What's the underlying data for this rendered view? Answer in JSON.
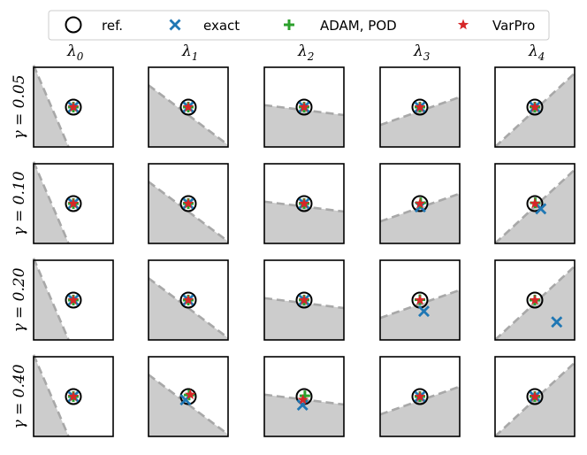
{
  "legend": {
    "items": [
      {
        "label": "ref.",
        "marker": "circle",
        "color": "#000000"
      },
      {
        "label": "exact",
        "marker": "x",
        "color": "#1f77b4"
      },
      {
        "label": "ADAM, POD",
        "marker": "plus",
        "color": "#2ca02c"
      },
      {
        "label": "VarPro",
        "marker": "star",
        "color": "#d62728"
      }
    ]
  },
  "chart_data": {
    "type": "scatter",
    "grid": false,
    "legend_position": "top",
    "xlim": [
      -1,
      1
    ],
    "ylim": [
      -1,
      1
    ],
    "columns": [
      {
        "symbol": "λ",
        "sub": "0"
      },
      {
        "symbol": "λ",
        "sub": "1"
      },
      {
        "symbol": "λ",
        "sub": "2"
      },
      {
        "symbol": "λ",
        "sub": "3"
      },
      {
        "symbol": "λ",
        "sub": "4"
      }
    ],
    "rows": [
      {
        "label": "γ = 0.05"
      },
      {
        "label": "γ = 0.10"
      },
      {
        "label": "γ = 0.20"
      },
      {
        "label": "γ = 0.40"
      }
    ],
    "region_color": "#cccccc",
    "boundary_color": "#a8a8a8",
    "boundaries": [
      [
        -1.0,
        1.05,
        -0.12,
        -1.0
      ],
      [
        -1.0,
        0.55,
        1.0,
        -0.95
      ],
      [
        -1.0,
        0.05,
        1.0,
        -0.2
      ],
      [
        -1.0,
        -0.45,
        1.0,
        0.25
      ],
      [
        -1.0,
        -1.0,
        1.0,
        0.85
      ]
    ],
    "series": [
      {
        "name": "ref.",
        "points": [
          [
            [
              0,
              0
            ],
            [
              0,
              0
            ],
            [
              0,
              0
            ],
            [
              0,
              0
            ],
            [
              0,
              0
            ]
          ],
          [
            [
              0,
              0
            ],
            [
              0,
              0
            ],
            [
              0,
              0
            ],
            [
              0,
              0
            ],
            [
              0,
              0
            ]
          ],
          [
            [
              0,
              0
            ],
            [
              0,
              0
            ],
            [
              0,
              0
            ],
            [
              0,
              0
            ],
            [
              0,
              0
            ]
          ],
          [
            [
              0,
              0
            ],
            [
              0,
              0
            ],
            [
              0,
              0
            ],
            [
              0,
              0
            ],
            [
              0,
              0
            ]
          ]
        ]
      },
      {
        "name": "exact",
        "points": [
          [
            [
              0,
              0
            ],
            [
              0,
              0
            ],
            [
              0,
              0
            ],
            [
              0,
              0
            ],
            [
              0,
              0
            ]
          ],
          [
            [
              0,
              0
            ],
            [
              0,
              0
            ],
            [
              0,
              0
            ],
            [
              0.01,
              -0.08
            ],
            [
              0.15,
              -0.13
            ]
          ],
          [
            [
              0,
              0
            ],
            [
              0,
              0
            ],
            [
              0,
              0
            ],
            [
              0.1,
              -0.28
            ],
            [
              0.55,
              -0.55
            ]
          ],
          [
            [
              0,
              0
            ],
            [
              -0.07,
              -0.08
            ],
            [
              -0.04,
              -0.21
            ],
            [
              0,
              0
            ],
            [
              0,
              0
            ]
          ]
        ]
      },
      {
        "name": "ADAM, POD",
        "points": [
          [
            [
              0,
              0
            ],
            [
              0,
              0
            ],
            [
              0,
              0
            ],
            [
              0,
              0
            ],
            [
              0,
              0
            ]
          ],
          [
            [
              0,
              0
            ],
            [
              0,
              0
            ],
            [
              0,
              0
            ],
            [
              0.02,
              0.02
            ],
            [
              0.01,
              0.02
            ]
          ],
          [
            [
              0,
              0
            ],
            [
              0,
              0
            ],
            [
              0,
              0
            ],
            [
              0,
              0.01
            ],
            [
              0,
              0
            ]
          ],
          [
            [
              0,
              0
            ],
            [
              0.02,
              0.04
            ],
            [
              0.02,
              0.02
            ],
            [
              0,
              0
            ],
            [
              0,
              0
            ]
          ]
        ]
      },
      {
        "name": "VarPro",
        "points": [
          [
            [
              0,
              0
            ],
            [
              0,
              0
            ],
            [
              0,
              0
            ],
            [
              0,
              0
            ],
            [
              0,
              0
            ]
          ],
          [
            [
              0,
              0
            ],
            [
              0,
              0
            ],
            [
              0,
              0
            ],
            [
              0,
              0
            ],
            [
              0,
              0
            ]
          ],
          [
            [
              0,
              0
            ],
            [
              0,
              0
            ],
            [
              0,
              0
            ],
            [
              0,
              0
            ],
            [
              0,
              0
            ]
          ],
          [
            [
              0,
              0
            ],
            [
              0.05,
              0.05
            ],
            [
              -0.03,
              -0.08
            ],
            [
              0,
              0
            ],
            [
              0,
              0
            ]
          ]
        ]
      }
    ]
  }
}
